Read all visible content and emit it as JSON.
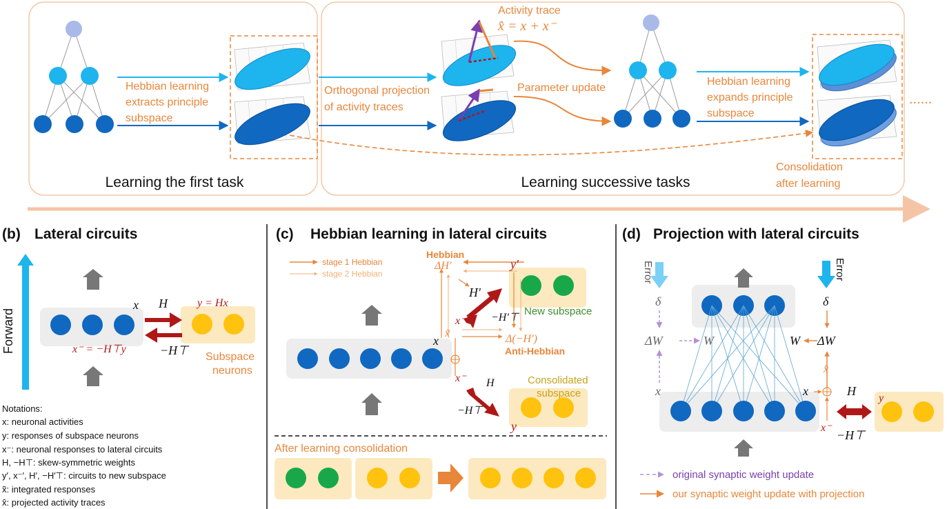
{
  "colors": {
    "orange": "#E8863A",
    "red": "#B01818",
    "light_blue": "#1EB4EE",
    "dark_blue": "#1068C0",
    "purple": "#7A3FB0",
    "yellow": "#FFC20E",
    "green": "#18A84A",
    "panel_fill": "#EDEDED",
    "subspace_fill": "#FCE9BF"
  },
  "panel_a": {
    "box1_title": "Learning the first task",
    "box2_title": "Learning successive tasks",
    "hebbian_first": [
      "Hebbian learning",
      "extracts principle",
      "subspace"
    ],
    "orthogonal": [
      "Orthogonal projection",
      "of activity traces"
    ],
    "activity_trace": "Activity trace",
    "trace_formula": "x̂ = x + x⁻",
    "parameter_update": "Parameter update",
    "hebbian_expands": [
      "Hebbian learning",
      "expands principle",
      "subspace"
    ],
    "consolidation": [
      "Consolidation",
      "after learning"
    ],
    "ellipsis": "......"
  },
  "panel_b": {
    "label": "(b)",
    "title": "Lateral circuits",
    "forward": "Forward",
    "x": "x",
    "H": "H",
    "y_eq": "y = Hx",
    "xminus_eq": "x⁻ = −H⊤y",
    "minus_HT": "−H⊤",
    "subspace_neurons": [
      "Subspace",
      "neurons"
    ]
  },
  "notations": {
    "title": "Notations:",
    "items": [
      "x: neuronal activities",
      "y: responses of subspace neurons",
      "x⁻: neuronal responses to lateral circuits",
      "H, −H⊤: skew-symmetric weights",
      "y′, x⁻′, H′, −H′⊤: circuits to new subspace",
      "x̃: integrated responses",
      "x̂: projected activity traces"
    ]
  },
  "panel_c": {
    "label": "(c)",
    "title": "Hebbian learning in lateral circuits",
    "legend_stage1": "stage 1 Hebbian",
    "legend_stage2": "stage 2 Hebbian",
    "hebbian": "Hebbian",
    "delta_H_prime": "ΔH′",
    "y_prime": "y′",
    "H_prime": "H′",
    "minus_H_prime_T": "−H′⊤",
    "x_minus_prime": "x⁻′",
    "x_tilde": "x̃",
    "x": "x",
    "delta_minus_H_prime": "Δ(−H′)",
    "anti_hebbian": "Anti-Hebbian",
    "new_subspace": "New subspace",
    "x_minus": "x⁻",
    "H": "H",
    "minus_HT": "−H⊤",
    "y": "y",
    "consolidated": [
      "Consolidated",
      "subspace"
    ],
    "after_consolidation": "After learning consolidation"
  },
  "panel_d": {
    "label": "(d)",
    "title": "Projection with lateral circuits",
    "error": "Error",
    "delta": "δ",
    "delta_W": "ΔW",
    "W": "W",
    "x": "x",
    "x_hat": "x̂",
    "x_minus": "x⁻",
    "H": "H",
    "minus_HT": "−H⊤",
    "y": "y",
    "legend_original": "original synaptic weight update",
    "legend_ours": "our synaptic weight update with projection"
  }
}
